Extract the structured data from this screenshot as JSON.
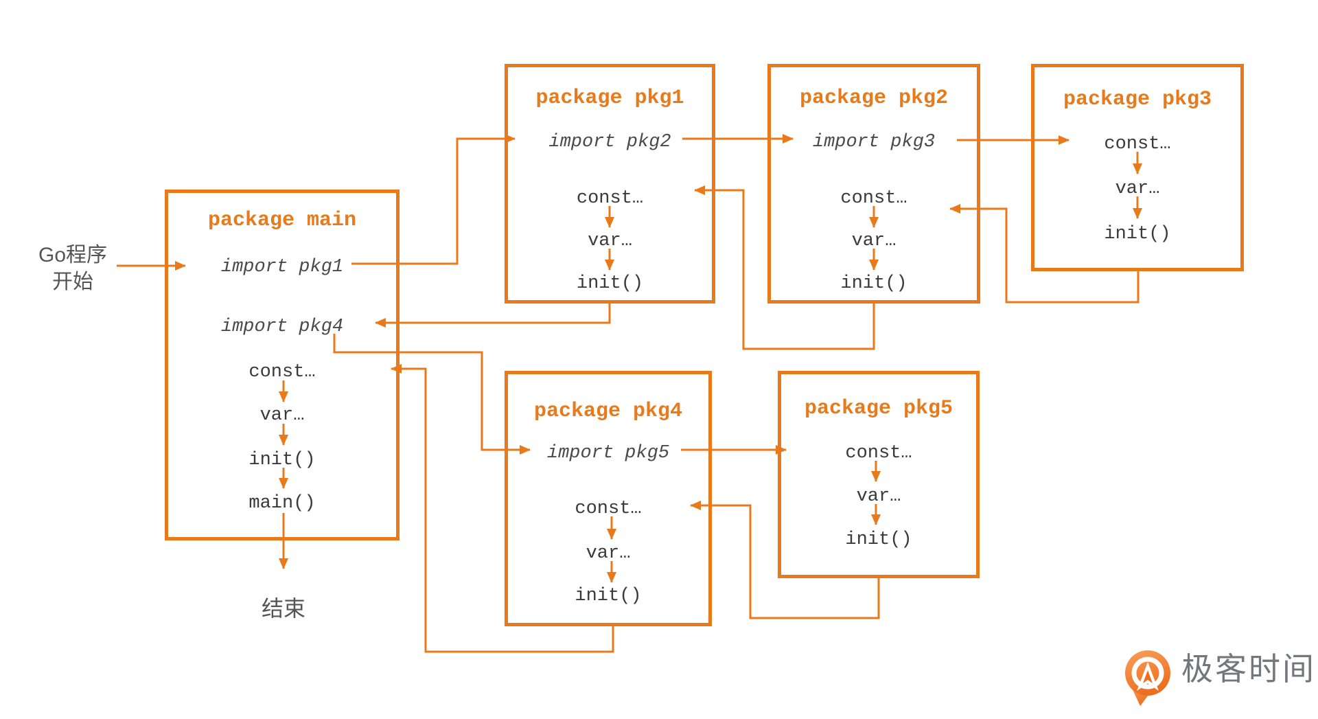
{
  "colors": {
    "accent": "#E87A1C",
    "code_text": "#3A3A3A",
    "label_text": "#555555",
    "logo_text": "#73777B",
    "background": "#FFFFFF"
  },
  "start_label": {
    "line1": "Go程序",
    "line2": "开始"
  },
  "end_label": "结束",
  "boxes": [
    {
      "id": "main",
      "title": "package main",
      "items": [
        {
          "label": "import pkg1"
        },
        {
          "label": "import pkg4"
        },
        {
          "label": "const…"
        },
        {
          "label": "var…"
        },
        {
          "label": "init()"
        },
        {
          "label": "main()"
        }
      ]
    },
    {
      "id": "pkg1",
      "title": "package pkg1",
      "items": [
        {
          "label": "import pkg2"
        },
        {
          "label": "const…"
        },
        {
          "label": "var…"
        },
        {
          "label": "init()"
        }
      ]
    },
    {
      "id": "pkg2",
      "title": "package pkg2",
      "items": [
        {
          "label": "import pkg3"
        },
        {
          "label": "const…"
        },
        {
          "label": "var…"
        },
        {
          "label": "init()"
        }
      ]
    },
    {
      "id": "pkg3",
      "title": "package pkg3",
      "items": [
        {
          "label": "const…"
        },
        {
          "label": "var…"
        },
        {
          "label": "init()"
        }
      ]
    },
    {
      "id": "pkg4",
      "title": "package pkg4",
      "items": [
        {
          "label": "import pkg5"
        },
        {
          "label": "const…"
        },
        {
          "label": "var…"
        },
        {
          "label": "init()"
        }
      ]
    },
    {
      "id": "pkg5",
      "title": "package pkg5",
      "items": [
        {
          "label": "const…"
        },
        {
          "label": "var…"
        },
        {
          "label": "init()"
        }
      ]
    }
  ],
  "logo": {
    "text": "极客时间"
  }
}
